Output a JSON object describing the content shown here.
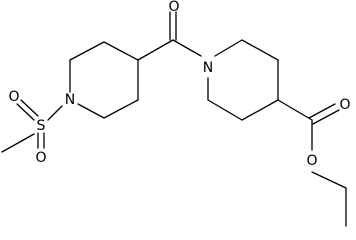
{
  "structure": {
    "atoms": {
      "n_left": "N",
      "n_right": "N",
      "sulfur": "S",
      "o_sulfonyl_top": "O",
      "o_sulfonyl_bottom": "O",
      "o_amide": "O",
      "o_ester_carbonyl": "O",
      "o_ester_single": "O"
    }
  }
}
